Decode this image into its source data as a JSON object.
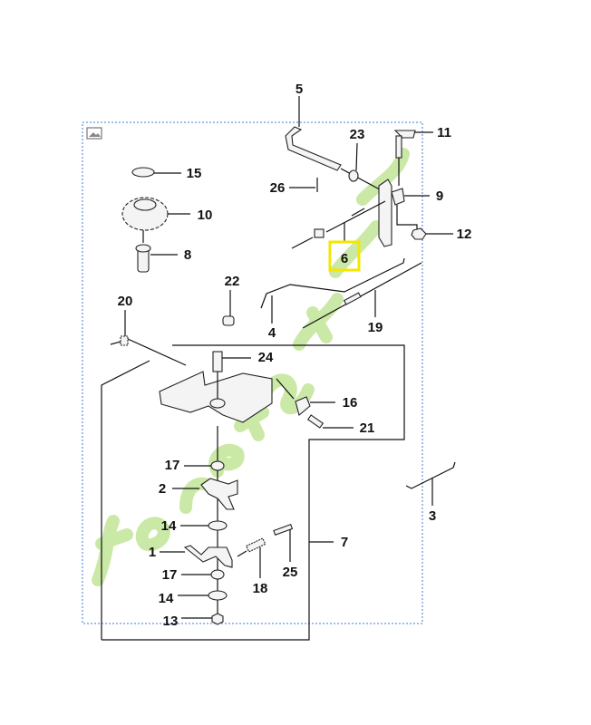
{
  "watermark": "ForetJardin.com",
  "highlight_color": "#f5e600",
  "frame_color": "#3a7fd5",
  "highlighted_part": "6",
  "callouts": {
    "p5": "5",
    "p23": "23",
    "p11": "11",
    "p15": "15",
    "p26": "26",
    "p9": "9",
    "p10": "10",
    "p12": "12",
    "p6": "6",
    "p8": "8",
    "p22": "22",
    "p20": "20",
    "p4": "4",
    "p19": "19",
    "p24": "24",
    "p16": "16",
    "p21": "21",
    "p17a": "17",
    "p2": "2",
    "p3": "3",
    "p14a": "14",
    "p7": "7",
    "p1": "1",
    "p25": "25",
    "p17b": "17",
    "p18": "18",
    "p14b": "14",
    "p13": "13"
  }
}
